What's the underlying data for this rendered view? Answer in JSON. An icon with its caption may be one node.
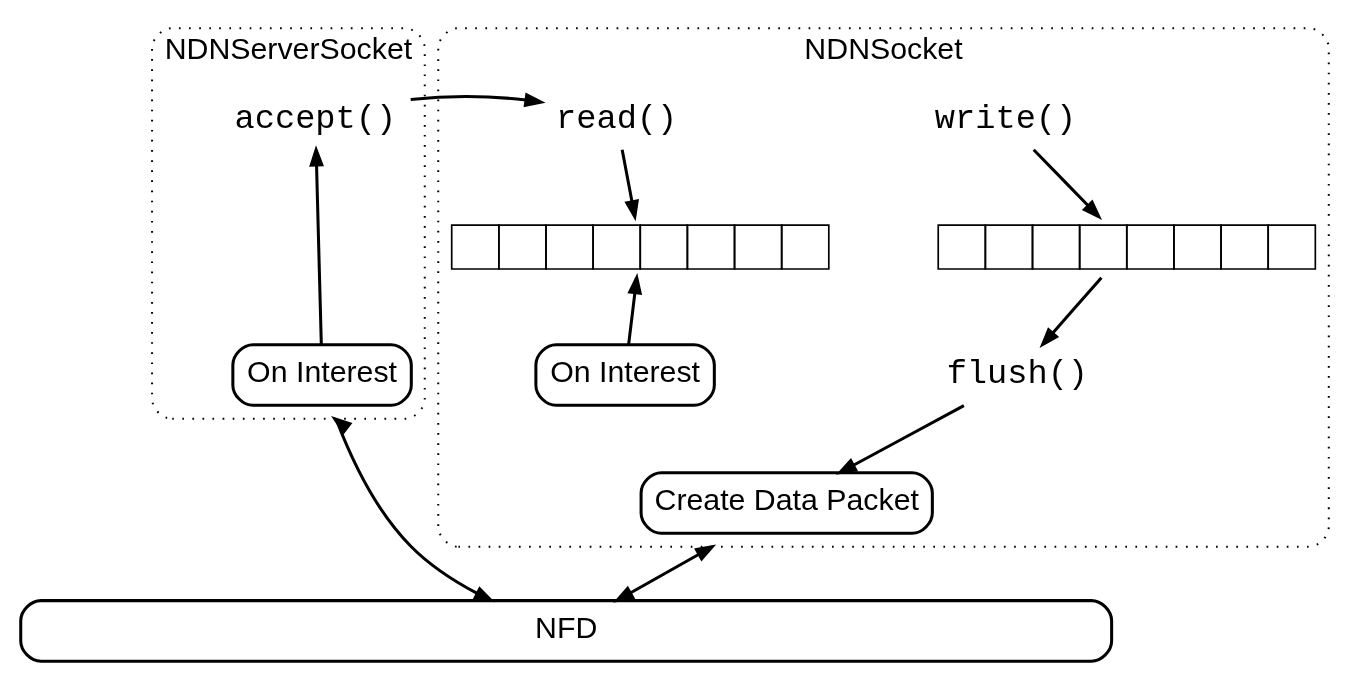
{
  "diagram": {
    "nodes": [
      {
        "text": [
          "NDNServerSocket"
        ]
      },
      {
        "text": [
          "accept()"
        ],
        "in": 0
      },
      {
        "text": [
          "On Interest"
        ],
        "in": 0
      },
      {
        "text": [
          "NDNSocket"
        ]
      },
      {
        "text": [
          "read()"
        ],
        "in": 3
      },
      {
        "text": [],
        "shape": "bar",
        "in": 3
      },
      {
        "text": [
          "On Interest"
        ],
        "in": 3
      },
      {
        "text": [
          "write()"
        ],
        "in": 3
      },
      {
        "text": [],
        "shape": "bar",
        "in": 3
      },
      {
        "text": [
          "flush()"
        ],
        "in": 3
      },
      {
        "text": [
          "Create Data Packet"
        ],
        "in": 3
      },
      {
        "text": [
          "NFD"
        ]
      }
    ],
    "edges": [
      {
        "from": 2,
        "to": 1,
        "arrow": "to"
      },
      {
        "from": 1,
        "to": 4,
        "arrow": "to"
      },
      {
        "from": 4,
        "to": 5,
        "arrow": "to"
      },
      {
        "from": 6,
        "to": 5,
        "arrow": "to"
      },
      {
        "from": 7,
        "to": 8,
        "arrow": "to"
      },
      {
        "from": 8,
        "to": 9,
        "arrow": "to"
      },
      {
        "from": 9,
        "to": 10,
        "arrow": "to"
      },
      {
        "from": 0,
        "to": 11,
        "arrow": "both"
      },
      {
        "from": 3,
        "to": 11,
        "arrow": "both"
      }
    ]
  }
}
